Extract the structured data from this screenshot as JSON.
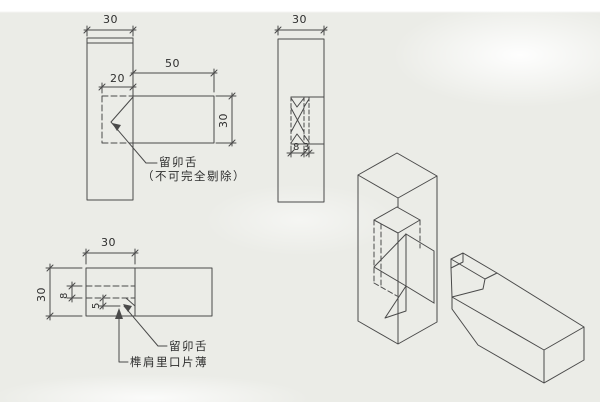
{
  "drawing": {
    "title_hint": "mortise-tenon joint working drawing",
    "line_color": "#4a4a4a",
    "plan_view": {
      "dim_post_width": "30",
      "dim_tenon_length": "50",
      "dim_mortise_depth": "20",
      "dim_rail_width": "30",
      "label_tongue": "留卯舌",
      "label_tongue_note": "（不可完全剔除）"
    },
    "front_view": {
      "dim_post_width": "30",
      "dim_mortise_width": "8",
      "dim_lip_width": "3"
    },
    "side_view": {
      "dim_post_width": "30",
      "dim_rail_height": "30",
      "dim_tenon_thickness": "8",
      "dim_tongue_height": "5",
      "label_tongue": "留卯舌",
      "label_shoulder": "榫肩里口片薄"
    }
  }
}
